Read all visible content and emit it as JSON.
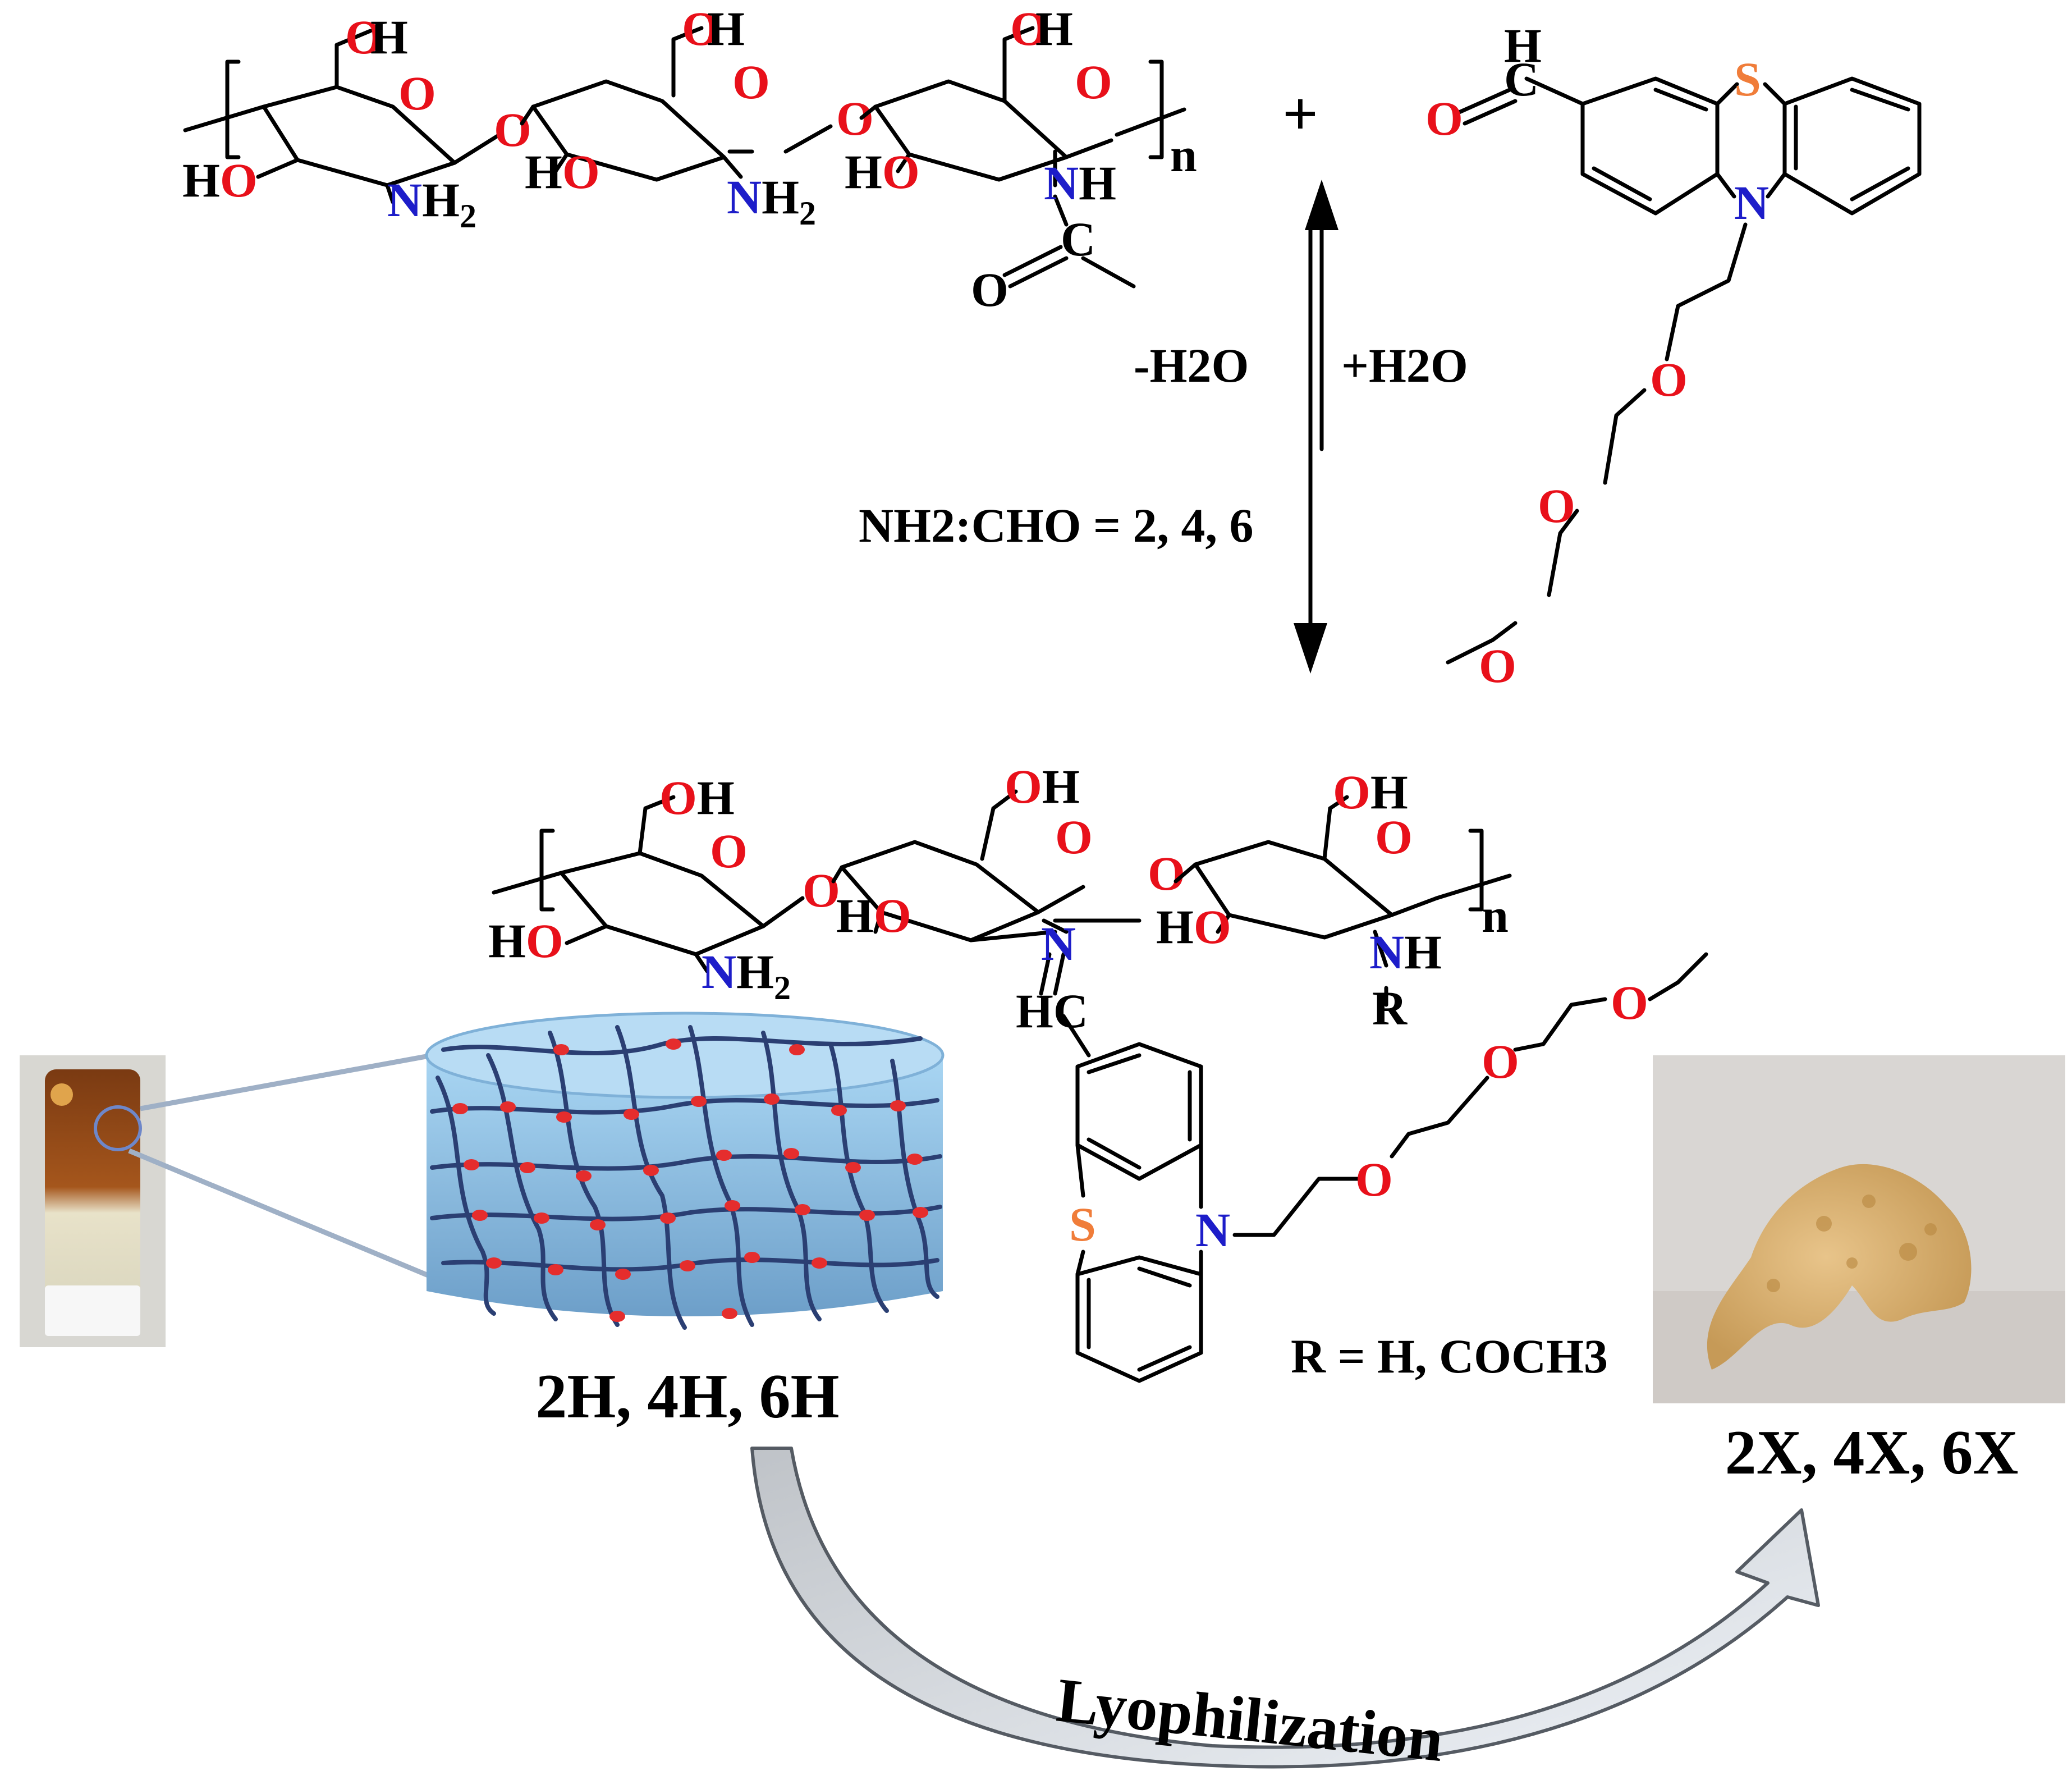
{
  "figure": {
    "plus_sign": "+",
    "repeat_index": "n",
    "conditions": {
      "forward": "-H2O",
      "reverse": "+H2O",
      "ratio_label": "NH2:CHO = 2, 4, 6"
    },
    "r_definition": "R = H, COCH3",
    "hydrogel_label": "2H, 4H, 6H",
    "xerogel_label": "2X, 4X, 6X",
    "process_label": "Lyophilization",
    "atoms": {
      "oxygen": "O",
      "nitrogen": "N",
      "sulfur": "S",
      "R": "R"
    },
    "colors": {
      "oxygen": "#e8101a",
      "nitrogen": "#1d1dc9",
      "sulfur": "#f07d3a",
      "gel": "#8ec6ec",
      "crosslink": "#e52d2d",
      "fiber": "#2b3f73",
      "arrow_fill": "#dfe6ee"
    }
  }
}
